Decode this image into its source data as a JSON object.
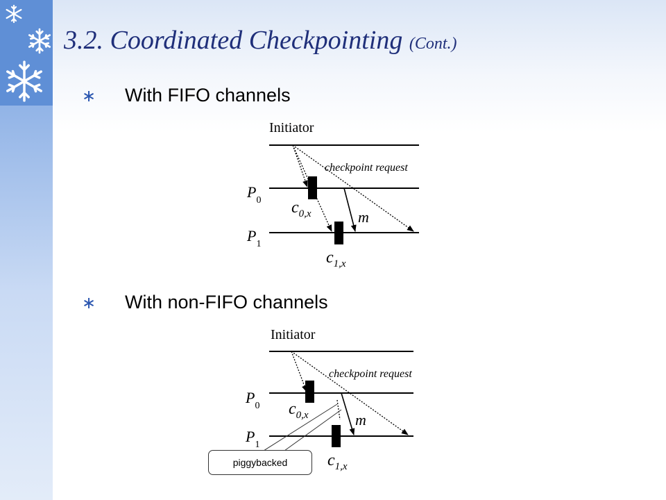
{
  "slide": {
    "title": "3.2. Coordinated Checkpointing",
    "title_suffix": "(Cont.)",
    "bullets": [
      {
        "mark": "∗",
        "text": "With FIFO channels"
      },
      {
        "mark": "∗",
        "text": "With non-FIFO channels"
      }
    ]
  },
  "diagram_fifo": {
    "initiator": "Initiator",
    "request": "checkpoint request",
    "p0": "P",
    "p0_sub": "0",
    "p1": "P",
    "p1_sub": "1",
    "c0": "c",
    "c0_sub": "0,x",
    "c1": "c",
    "c1_sub": "1,x",
    "m": "m"
  },
  "diagram_nonfifo": {
    "initiator": "Initiator",
    "request": "checkpoint request",
    "p0": "P",
    "p0_sub": "0",
    "p1": "P",
    "p1_sub": "1",
    "c0": "c",
    "c0_sub": "0,x",
    "c1": "c",
    "c1_sub": "1,x",
    "m": "m"
  },
  "callout": {
    "text": "piggybacked"
  },
  "colors": {
    "title": "#1f2f7a",
    "bullet_mark": "#2b56b0",
    "sidebar": "#5f8fd6"
  }
}
